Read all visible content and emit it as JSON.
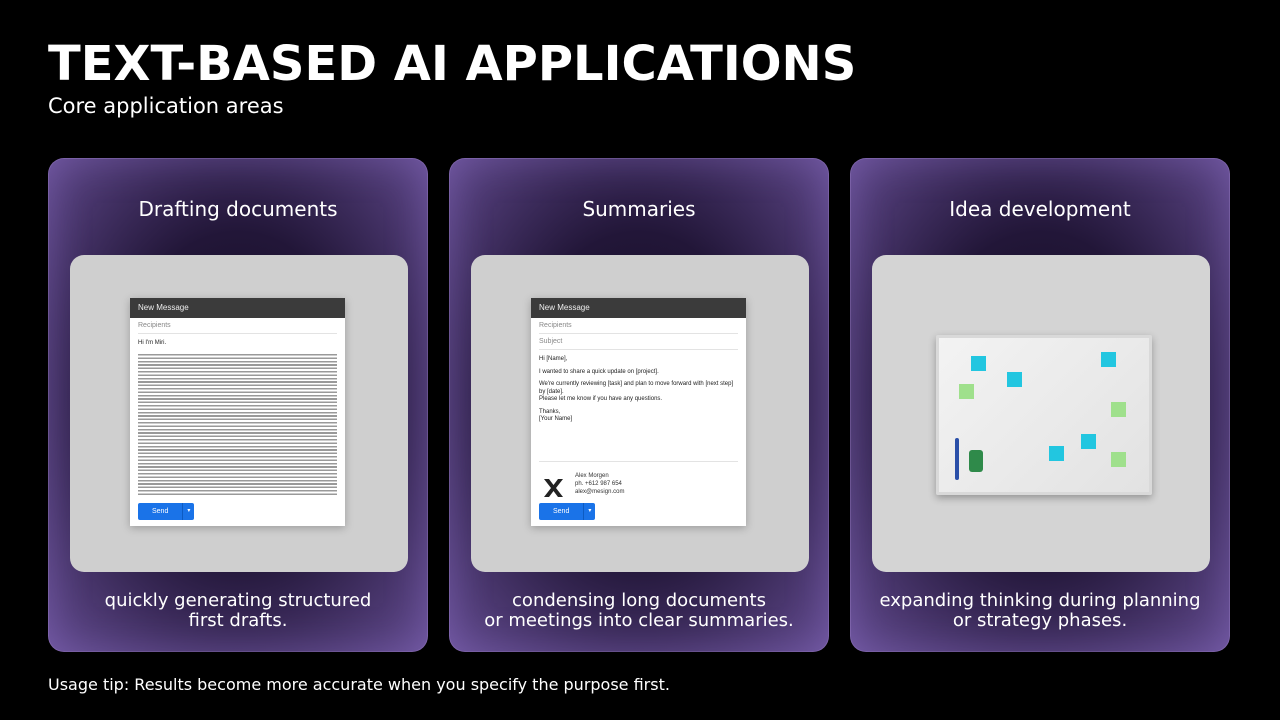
{
  "header": {
    "title": "TEXT-BASED AI APPLICATIONS",
    "subtitle": "Core application areas"
  },
  "cards": [
    {
      "title": "Drafting documents",
      "description": [
        "quickly generating structured",
        "first drafts."
      ],
      "mail": {
        "window_title": "New Message",
        "recipients": "Recipients",
        "greeting": "Hi I'm Miri.",
        "send_label": "Send"
      }
    },
    {
      "title": "Summaries",
      "description": [
        "condensing long documents",
        "or meetings into clear summaries."
      ],
      "mail": {
        "window_title": "New Message",
        "recipients": "Recipients",
        "subject": "Subject",
        "greeting": "Hi [Name],",
        "line1": "I wanted to share a quick update on [project].",
        "line2": "We're currently reviewing [task] and plan to move forward with [next step] by [date].",
        "line3": "Please let me know if you have any questions.",
        "closing": "Thanks,",
        "sender_placeholder": "[Your Name]",
        "signature": {
          "name": "Alex Morgen",
          "phone": "ph. +612 987 654",
          "email": "alex@mesign.com"
        },
        "send_label": "Send"
      }
    },
    {
      "title": "Idea development",
      "description": [
        "expanding thinking during planning",
        "or strategy phases."
      ],
      "colors": {
        "note_cyan": "#22c6e0",
        "note_green": "#9fe08c"
      }
    }
  ],
  "footer": {
    "tip": "Usage tip: Results become more accurate when you specify the purpose first."
  }
}
